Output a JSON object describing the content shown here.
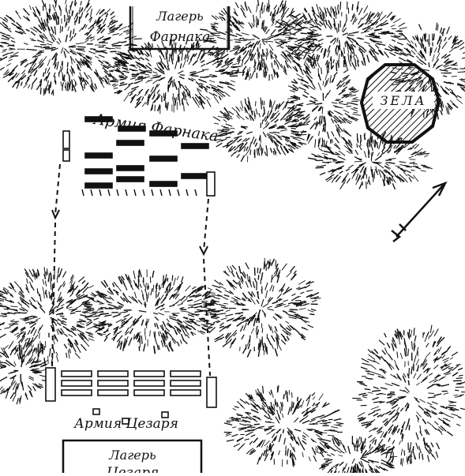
{
  "labels": {
    "pharnaces_camp": [
      "Лагерь",
      "Фарнака"
    ],
    "pharnaces_army": "Армия Фарнака",
    "zela": "ЗЕЛА",
    "caesars_army": "Армия Цезаря",
    "caesars_camp": [
      "Лагерь",
      "Цезаря"
    ]
  },
  "colors": {
    "ink": "#111111",
    "paper": "#ffffff"
  },
  "icons": {
    "north_arrow": "north-arrow-icon"
  }
}
